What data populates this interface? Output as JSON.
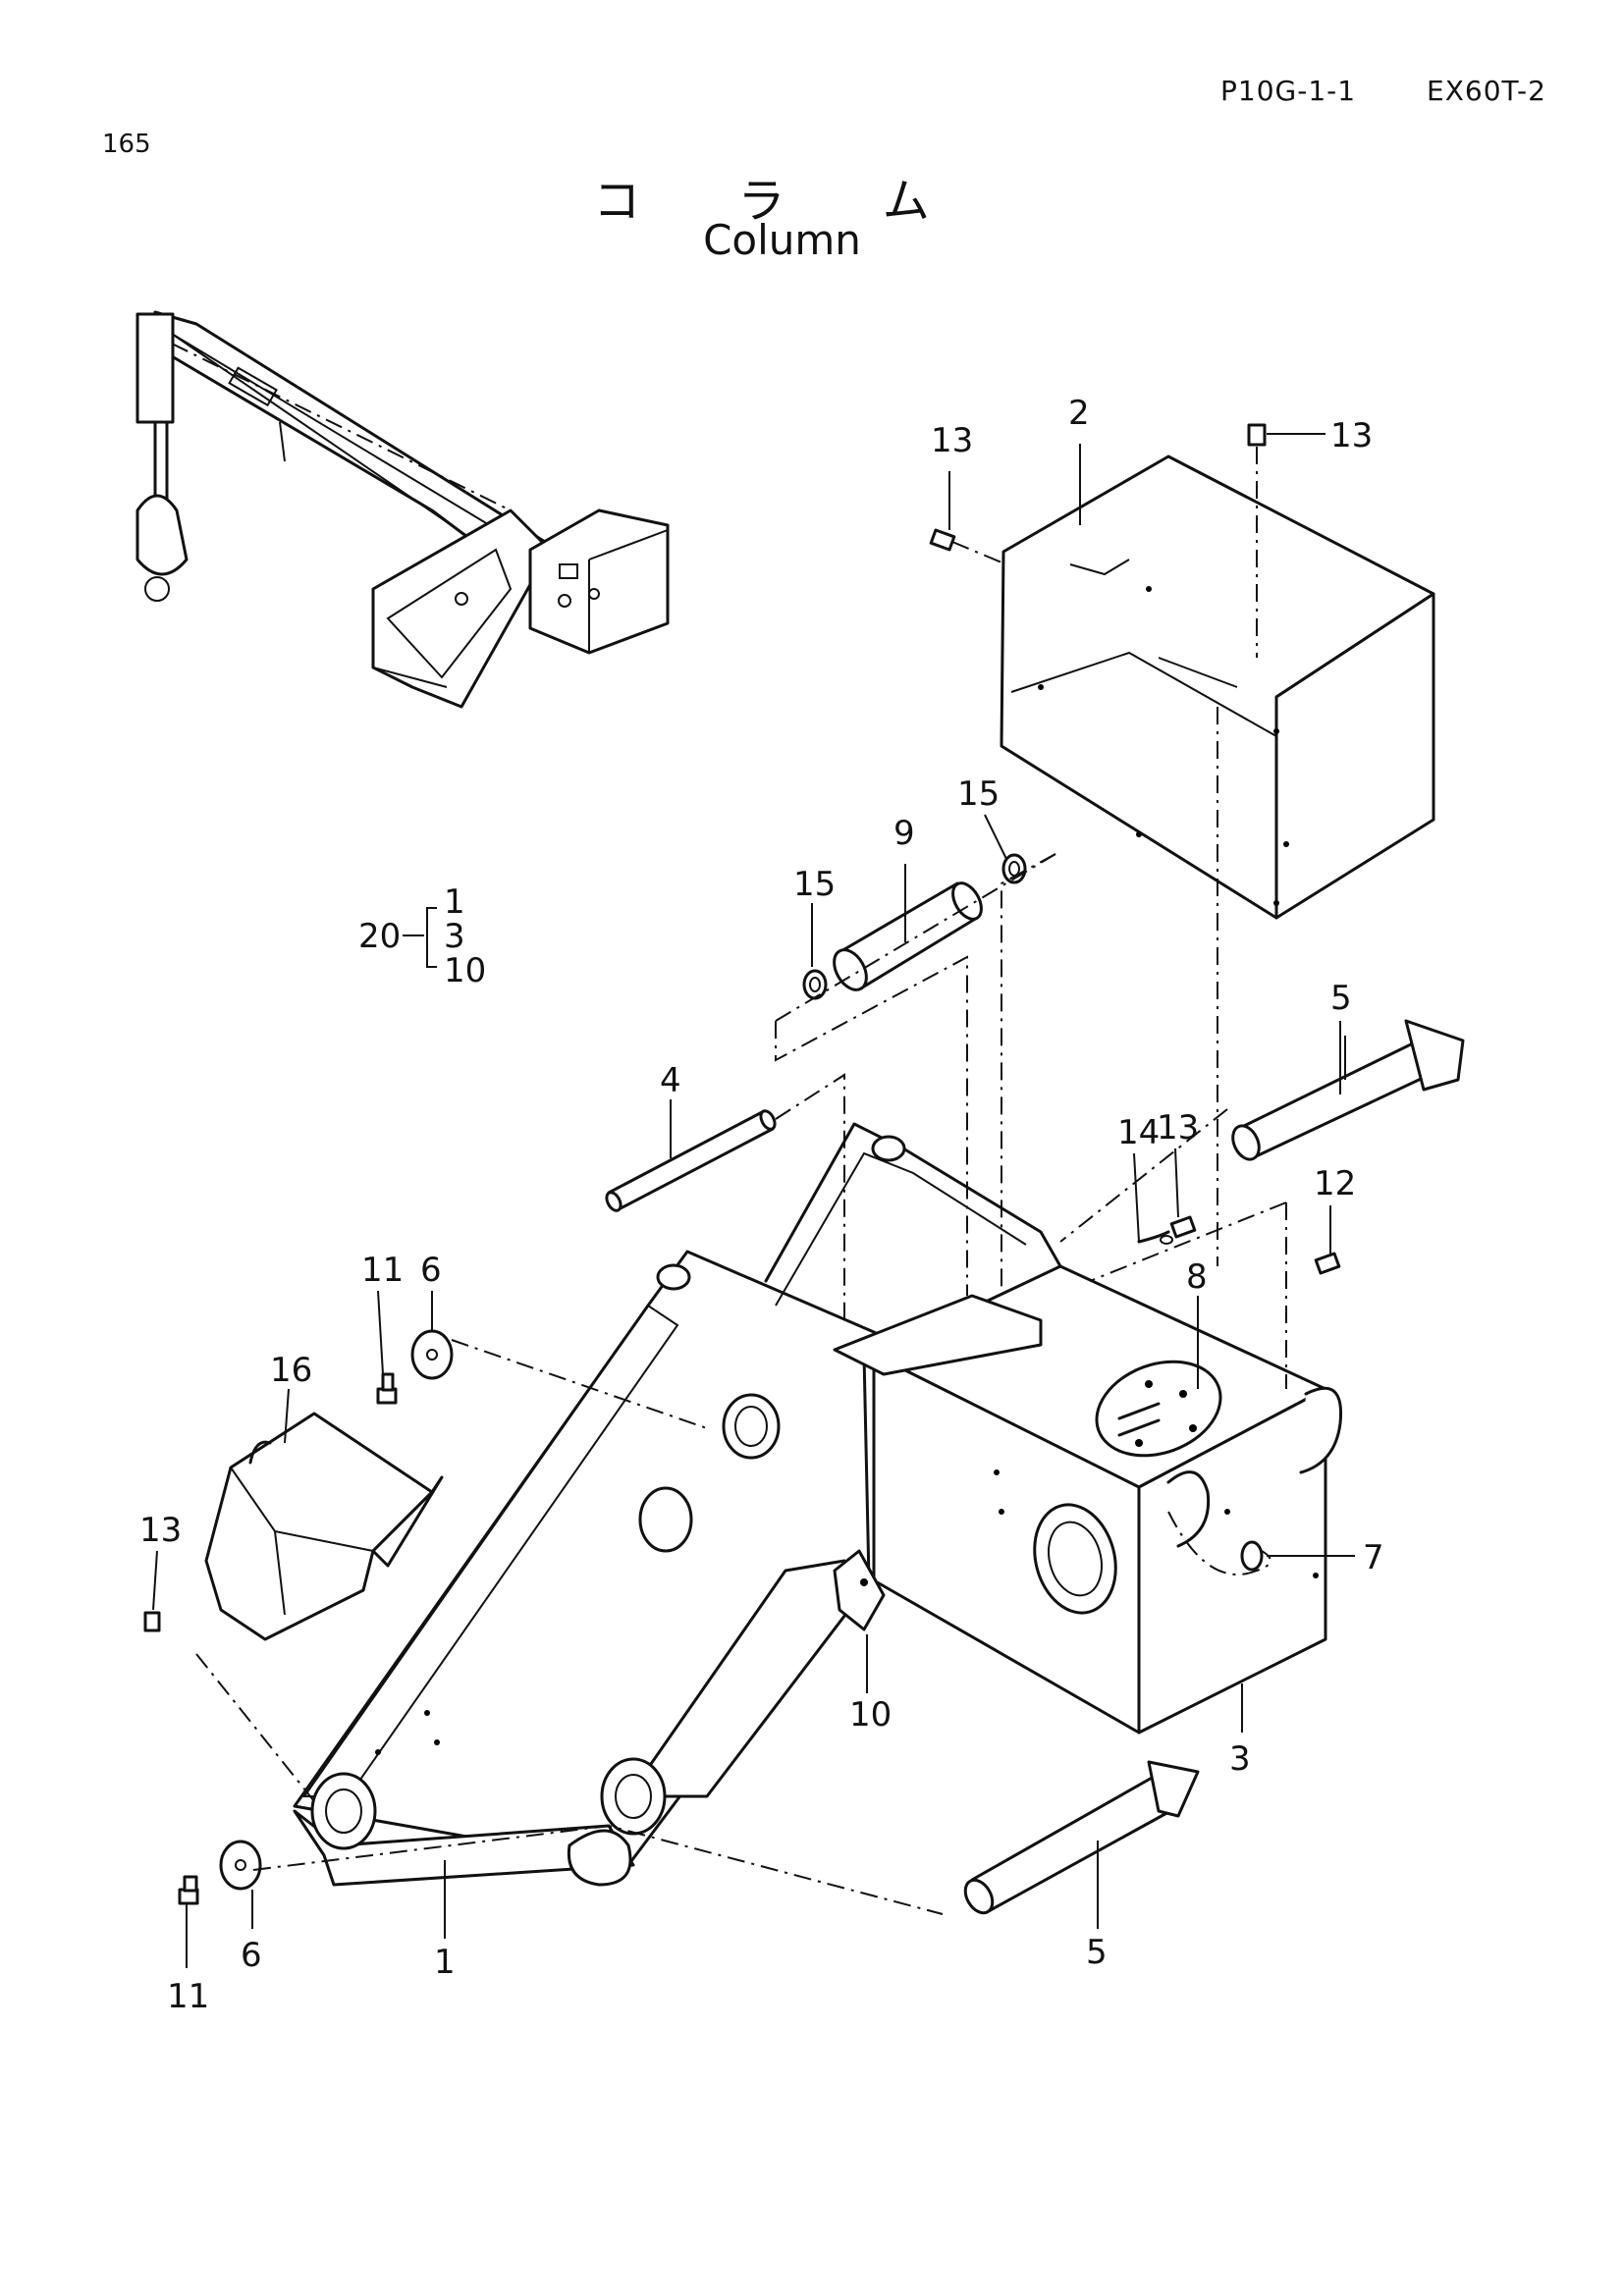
{
  "header": {
    "section_code": "P10G-1-1",
    "model": "EX60T-2",
    "page_number": "165",
    "title_jp": "コ ラ ム",
    "title_en": "Column"
  },
  "callouts": {
    "c1": "1",
    "c2": "2",
    "c3": "3",
    "c4": "4",
    "c5a": "5",
    "c5b": "5",
    "c6a": "6",
    "c6b": "6",
    "c7": "7",
    "c8": "8",
    "c9": "9",
    "c10": "10",
    "c11a": "11",
    "c11b": "11",
    "c12": "12",
    "c13a": "13",
    "c13b": "13",
    "c13c": "13",
    "c13d": "13",
    "c14": "14",
    "c15a": "15",
    "c15b": "15",
    "c16": "16"
  },
  "assembly": {
    "number": "20",
    "parts": [
      "1",
      "3",
      "10"
    ]
  }
}
